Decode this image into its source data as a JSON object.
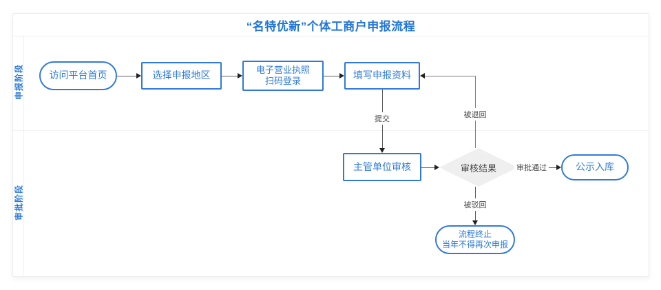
{
  "title": "“名特优新”个体工商户申报流程",
  "lanes": [
    {
      "label": "申报阶段"
    },
    {
      "label": "审批阶段"
    }
  ],
  "nodes": {
    "visit": {
      "label": "访问平台首页"
    },
    "region": {
      "label": "选择申报地区"
    },
    "license": {
      "line1": "电子营业执照",
      "line2": "扫码登录"
    },
    "fill": {
      "label": "填写申报资料"
    },
    "review": {
      "label": "主管单位审核"
    },
    "result": {
      "label": "审核结果"
    },
    "publish": {
      "label": "公示入库"
    },
    "end": {
      "line1": "流程终止",
      "line2": "当年不得再次申报"
    }
  },
  "edge_labels": {
    "submit": "提交",
    "returned": "被退回",
    "approved": "审批通过",
    "rejected": "被驳回"
  },
  "colors": {
    "accent_blue": "#2b7bd8",
    "node_border": "#3179d8",
    "node_text": "#2f7bd9",
    "title_text": "#2176d9",
    "edge_line": "#5a5a5a",
    "diamond_fill": "#efefef",
    "diamond_text": "#3f3f3f"
  }
}
